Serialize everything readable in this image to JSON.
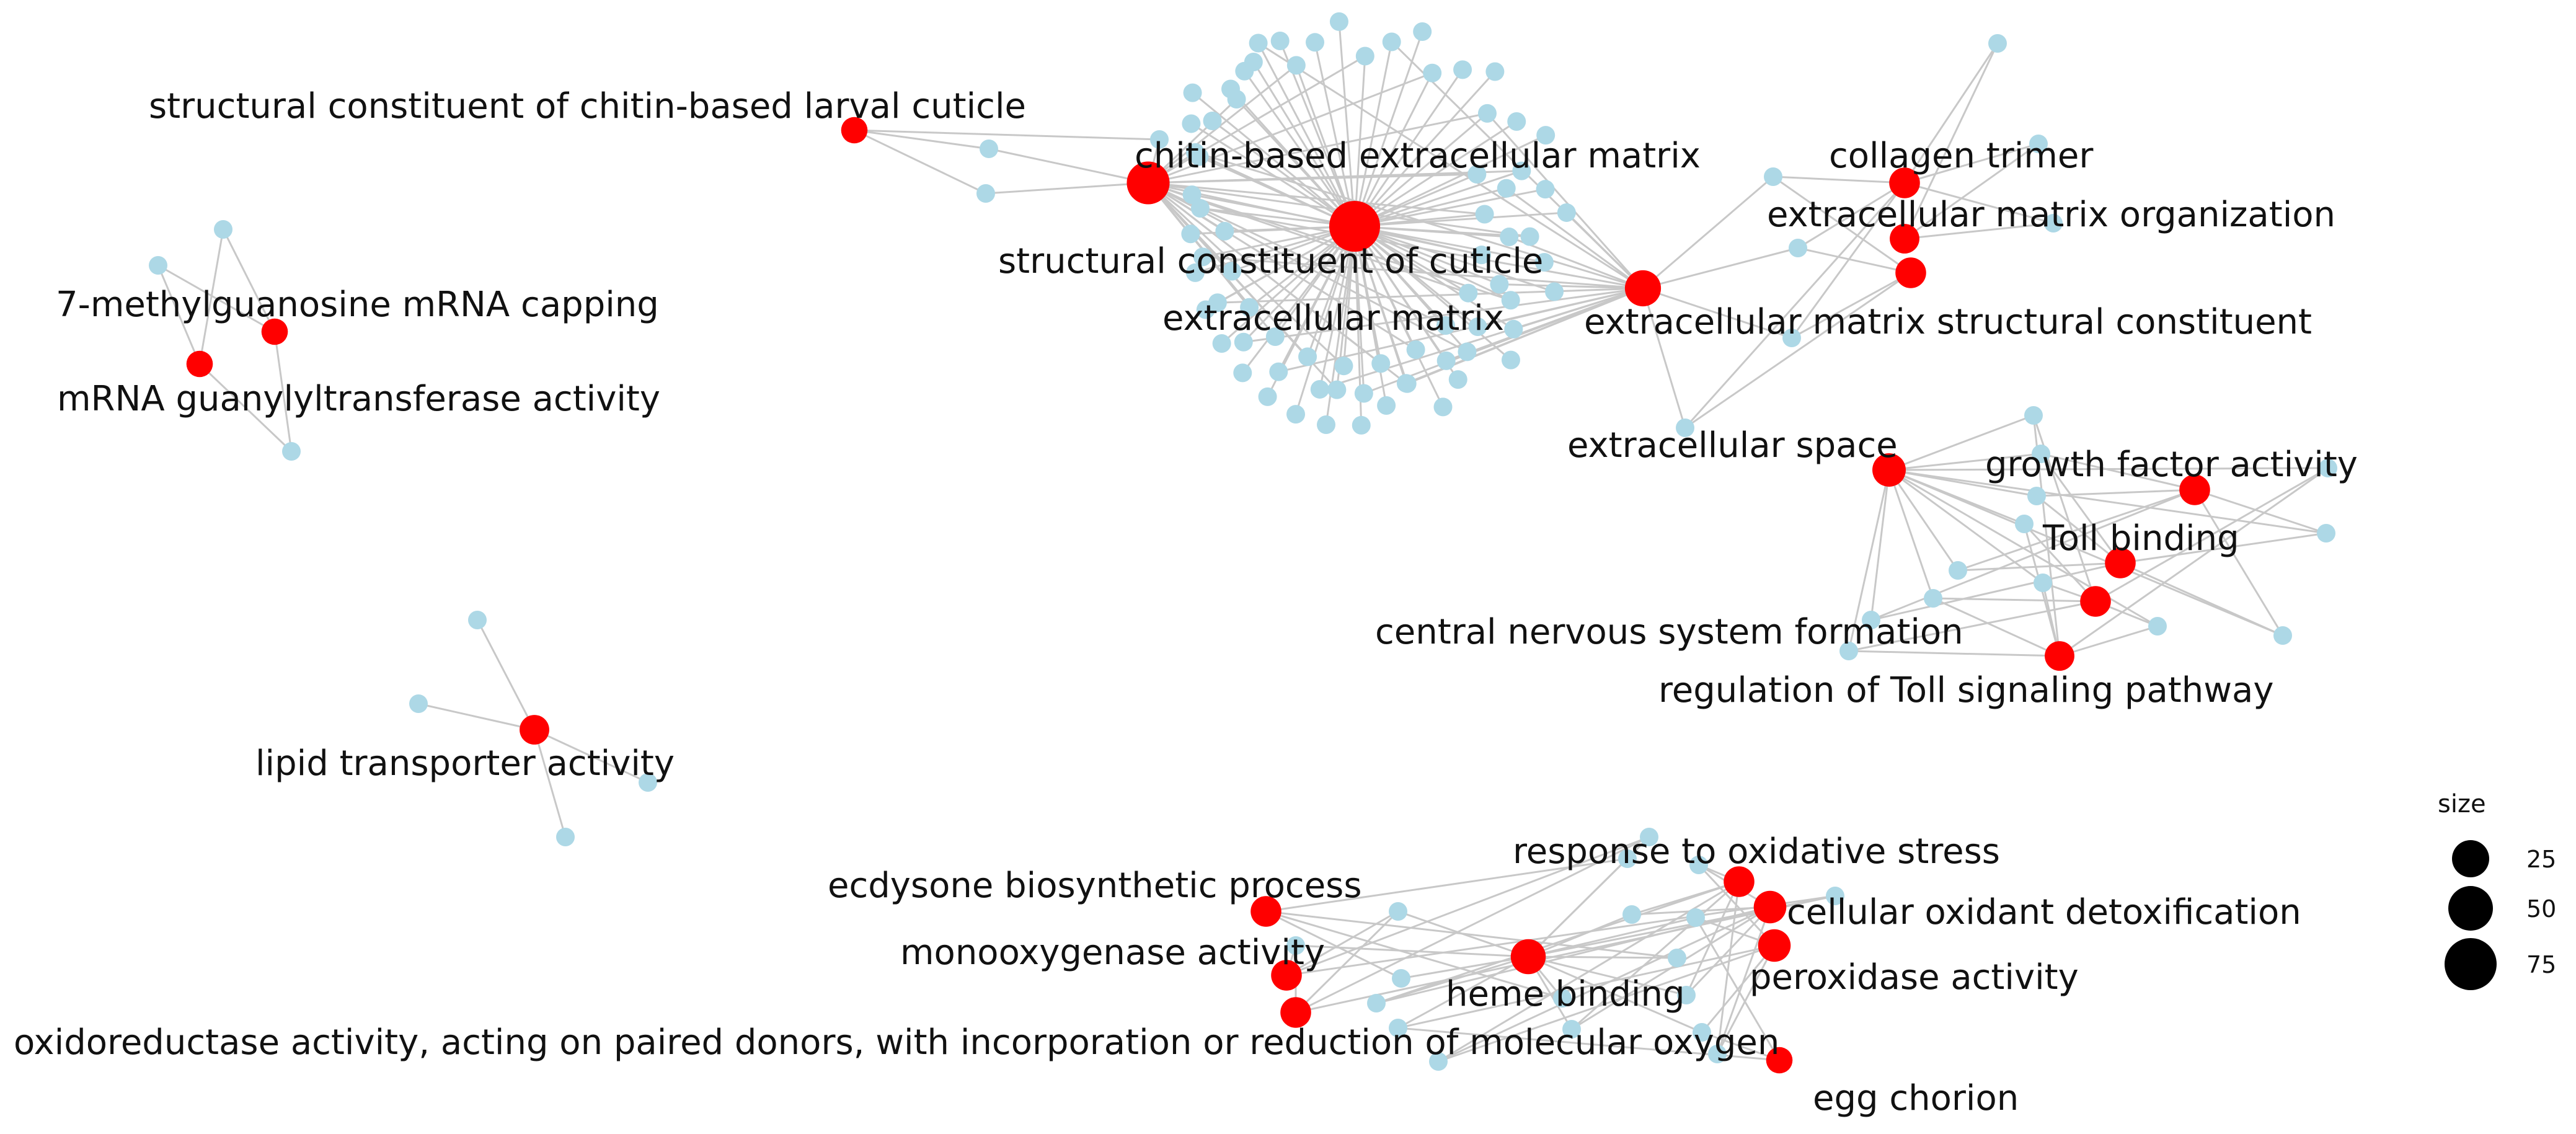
{
  "colors": {
    "term": "#ff0000",
    "gene": "#add8e6",
    "edge": "#c8c8c8",
    "legend": "#000000"
  },
  "terms": [
    {
      "id": "larval_cuticle",
      "label": "structural constituent of chitin-based larval cuticle",
      "size": 5
    },
    {
      "id": "chitin_ecm",
      "label": "chitin-based extracellular matrix",
      "size": 48
    },
    {
      "id": "cuticle",
      "label": "structural constituent of cuticle",
      "size": 85
    },
    {
      "id": "ecm",
      "label": "extracellular matrix",
      "size": 25
    },
    {
      "id": "collagen",
      "label": "collagen trimer",
      "size": 12
    },
    {
      "id": "ecm_org",
      "label": "extracellular matrix organization",
      "size": 10
    },
    {
      "id": "ecm_struct",
      "label": "extracellular matrix structural constituent",
      "size": 12
    },
    {
      "id": "capping",
      "label": "7-methylguanosine mRNA capping",
      "size": 5
    },
    {
      "id": "guanylyl",
      "label": "mRNA guanylyltransferase activity",
      "size": 5
    },
    {
      "id": "ec_space",
      "label": "extracellular space",
      "size": 18
    },
    {
      "id": "growth",
      "label": "growth factor activity",
      "size": 12
    },
    {
      "id": "toll",
      "label": "Toll binding",
      "size": 12
    },
    {
      "id": "cns",
      "label": "central nervous system formation",
      "size": 12
    },
    {
      "id": "toll_reg",
      "label": "regulation of Toll signaling pathway",
      "size": 10
    },
    {
      "id": "lipid",
      "label": "lipid transporter activity",
      "size": 10
    },
    {
      "id": "ecdysone",
      "label": "ecdysone biosynthetic process",
      "size": 12
    },
    {
      "id": "oxstress",
      "label": "response to oxidative stress",
      "size": 12
    },
    {
      "id": "detox",
      "label": "cellular oxidant detoxification",
      "size": 16
    },
    {
      "id": "monoox",
      "label": "monooxygenase activity",
      "size": 12
    },
    {
      "id": "heme",
      "label": "heme binding",
      "size": 22
    },
    {
      "id": "peroxidase",
      "label": "peroxidase activity",
      "size": 16
    },
    {
      "id": "oxidored",
      "label": "oxidoreductase activity, acting on paired donors, with incorporation or reduction of molecular oxygen",
      "size": 12
    },
    {
      "id": "egg",
      "label": "egg chorion",
      "size": 5
    }
  ],
  "legend": {
    "title": "size",
    "items": [
      {
        "label": "25",
        "value": 25
      },
      {
        "label": "50",
        "value": 50
      },
      {
        "label": "75",
        "value": 75
      }
    ]
  }
}
